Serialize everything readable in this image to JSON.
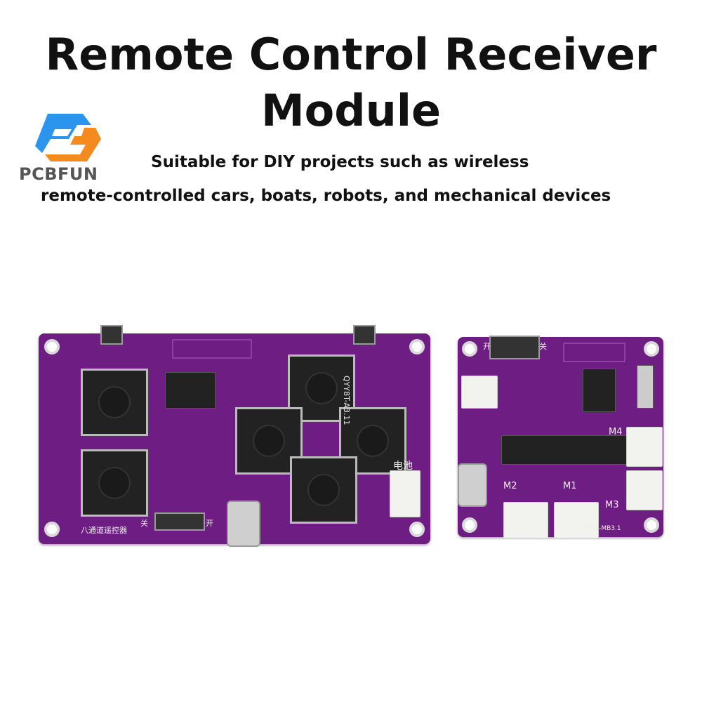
{
  "title_line1": "Remote Control Receiver",
  "title_line2": "Module",
  "subtitle_line1": "Suitable for DIY projects such as wireless",
  "subtitle_line2": "remote-controlled cars, boats, robots, and mechanical devices",
  "brand": {
    "name": "PCBFUN",
    "colors": {
      "blue": "#2b95ee",
      "orange": "#f58a1f"
    }
  },
  "left_board": {
    "model": "QYY8T-A3.11",
    "name": "八通道遥控器",
    "off": "关",
    "on": "开",
    "battery": "电池"
  },
  "right_board": {
    "model": "QYM2-MB3.1",
    "on": "开",
    "off": "关",
    "motors": [
      "M1",
      "M2",
      "M3",
      "M4"
    ]
  },
  "colors": {
    "pcb": "#6e1e82"
  }
}
